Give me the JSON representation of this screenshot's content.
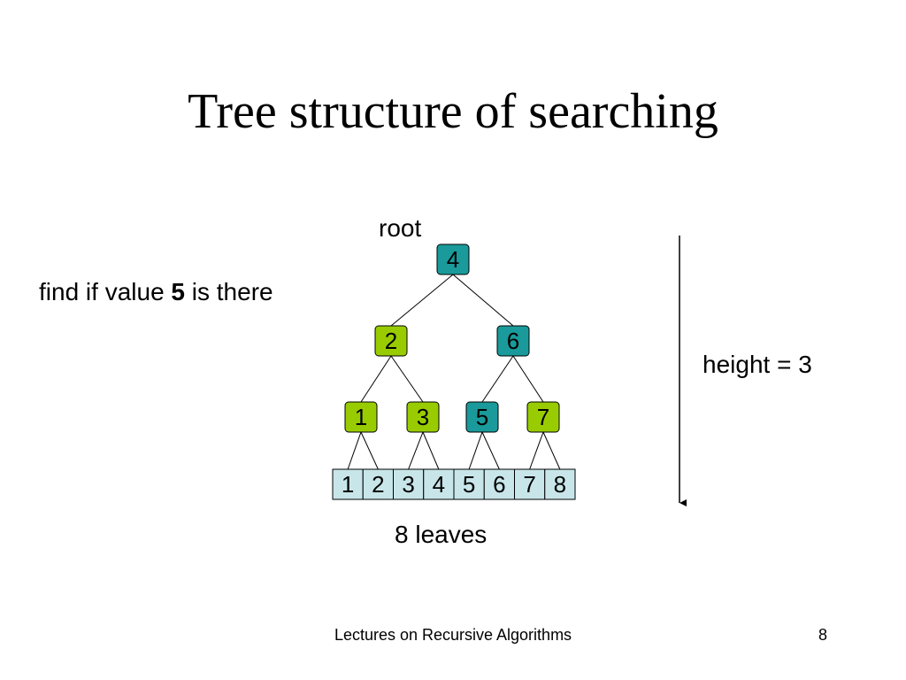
{
  "slide": {
    "title": "Tree structure of searching",
    "find_prefix": "find if value ",
    "find_value": "5",
    "find_suffix": " is there",
    "root_label": "root",
    "height_label": "height = 3",
    "leaves_label": "8 leaves",
    "footer": "Lectures on Recursive Algorithms",
    "page_number": "8"
  },
  "tree": {
    "nodes": [
      {
        "id": "n4",
        "value": "4",
        "level": 0,
        "highlight": true
      },
      {
        "id": "n2",
        "value": "2",
        "level": 1,
        "highlight": false
      },
      {
        "id": "n6",
        "value": "6",
        "level": 1,
        "highlight": true
      },
      {
        "id": "n1",
        "value": "1",
        "level": 2,
        "highlight": false
      },
      {
        "id": "n3",
        "value": "3",
        "level": 2,
        "highlight": false
      },
      {
        "id": "n5",
        "value": "5",
        "level": 2,
        "highlight": true
      },
      {
        "id": "n7",
        "value": "7",
        "level": 2,
        "highlight": false
      }
    ],
    "edges": [
      [
        "n4",
        "n2"
      ],
      [
        "n4",
        "n6"
      ],
      [
        "n2",
        "n1"
      ],
      [
        "n2",
        "n3"
      ],
      [
        "n6",
        "n5"
      ],
      [
        "n6",
        "n7"
      ]
    ],
    "leaves": [
      "1",
      "2",
      "3",
      "4",
      "5",
      "6",
      "7",
      "8"
    ],
    "colors": {
      "highlight_fill": "#1a9a9a",
      "normal_fill": "#99cc00",
      "leaf_fill": "#c8e6ea",
      "stroke": "#000000"
    }
  }
}
